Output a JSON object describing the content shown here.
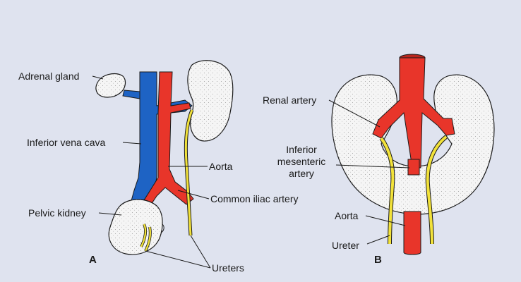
{
  "colors": {
    "background": "#dfe3ef",
    "vein": "#1e63c4",
    "artery": "#e8352a",
    "ureter": "#f2e23a",
    "kidney_fill": "#f6f6f6",
    "outline": "#1a1a1a"
  },
  "panel_a": {
    "letter": "A",
    "labels": {
      "adrenal_gland": "Adrenal gland",
      "inferior_vena_cava": "Inferior vena cava",
      "aorta": "Aorta",
      "common_iliac_artery": "Common iliac artery",
      "pelvic_kidney": "Pelvic kidney",
      "ureters": "Ureters"
    }
  },
  "panel_b": {
    "letter": "B",
    "labels": {
      "renal_artery": "Renal artery",
      "inferior_mesenteric_artery_line1": "Inferior",
      "inferior_mesenteric_artery_line2": "mesenteric",
      "inferior_mesenteric_artery_line3": "artery",
      "aorta": "Aorta",
      "ureter": "Ureter"
    }
  }
}
